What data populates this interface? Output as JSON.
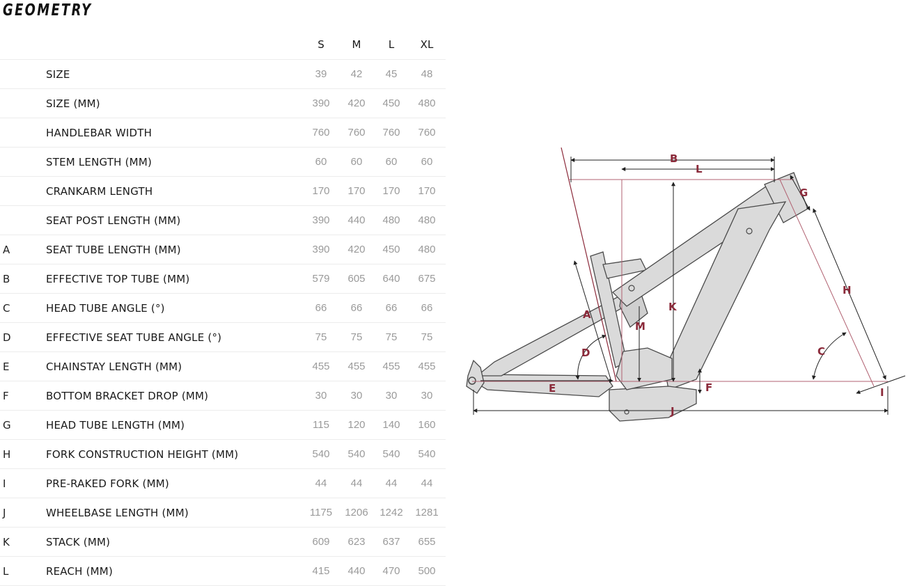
{
  "title": "GEOMETRY",
  "columns": [
    "S",
    "M",
    "L",
    "XL"
  ],
  "rows": [
    {
      "letter": "",
      "label": "SIZE",
      "values": [
        "39",
        "42",
        "45",
        "48"
      ]
    },
    {
      "letter": "",
      "label": "SIZE (MM)",
      "values": [
        "390",
        "420",
        "450",
        "480"
      ]
    },
    {
      "letter": "",
      "label": "HANDLEBAR WIDTH",
      "values": [
        "760",
        "760",
        "760",
        "760"
      ]
    },
    {
      "letter": "",
      "label": "STEM LENGTH (MM)",
      "values": [
        "60",
        "60",
        "60",
        "60"
      ]
    },
    {
      "letter": "",
      "label": "CRANKARM LENGTH",
      "values": [
        "170",
        "170",
        "170",
        "170"
      ]
    },
    {
      "letter": "",
      "label": "SEAT POST LENGTH (MM)",
      "values": [
        "390",
        "440",
        "480",
        "480"
      ]
    },
    {
      "letter": "A",
      "label": "SEAT TUBE LENGTH (MM)",
      "values": [
        "390",
        "420",
        "450",
        "480"
      ]
    },
    {
      "letter": "B",
      "label": "EFFECTIVE TOP TUBE (MM)",
      "values": [
        "579",
        "605",
        "640",
        "675"
      ]
    },
    {
      "letter": "C",
      "label": "HEAD TUBE ANGLE (°)",
      "values": [
        "66",
        "66",
        "66",
        "66"
      ]
    },
    {
      "letter": "D",
      "label": "EFFECTIVE SEAT TUBE ANGLE (°)",
      "values": [
        "75",
        "75",
        "75",
        "75"
      ]
    },
    {
      "letter": "E",
      "label": "CHAINSTAY LENGTH (MM)",
      "values": [
        "455",
        "455",
        "455",
        "455"
      ]
    },
    {
      "letter": "F",
      "label": "BOTTOM BRACKET DROP (MM)",
      "values": [
        "30",
        "30",
        "30",
        "30"
      ]
    },
    {
      "letter": "G",
      "label": "HEAD TUBE LENGTH (MM)",
      "values": [
        "115",
        "120",
        "140",
        "160"
      ]
    },
    {
      "letter": "H",
      "label": "FORK CONSTRUCTION HEIGHT (MM)",
      "values": [
        "540",
        "540",
        "540",
        "540"
      ]
    },
    {
      "letter": "I",
      "label": "PRE-RAKED FORK (MM)",
      "values": [
        "44",
        "44",
        "44",
        "44"
      ]
    },
    {
      "letter": "J",
      "label": "WHEELBASE LENGTH (MM)",
      "values": [
        "1175",
        "1206",
        "1242",
        "1281"
      ]
    },
    {
      "letter": "K",
      "label": "STACK (MM)",
      "values": [
        "609",
        "623",
        "637",
        "655"
      ]
    },
    {
      "letter": "L",
      "label": "REACH (MM)",
      "values": [
        "415",
        "440",
        "470",
        "500"
      ]
    }
  ],
  "diagram_labels": {
    "A": "A",
    "B": "B",
    "C": "C",
    "D": "D",
    "E": "E",
    "F": "F",
    "G": "G",
    "H": "H",
    "I": "I",
    "J": "J",
    "K": "K",
    "L": "L",
    "M": "M"
  },
  "colors": {
    "accent": "#8b2a3a",
    "frame": "#d9d9d9",
    "frame_stroke": "#4a4a4a"
  }
}
